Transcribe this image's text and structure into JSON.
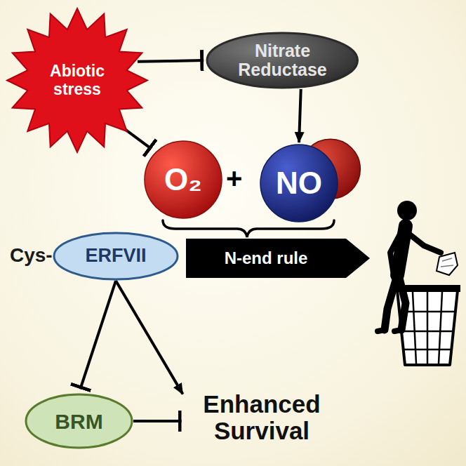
{
  "diagram": {
    "nodes": [
      {
        "text": [
          "Abiotic stress"
        ]
      },
      {
        "text": [
          "Nitrate Reductase"
        ]
      },
      {
        "text": [
          "O₂"
        ]
      },
      {
        "text": [
          "NO"
        ]
      },
      {
        "text": [
          "ERFVII"
        ]
      },
      {
        "text": [
          "N-end rule"
        ]
      },
      {
        "text": [
          "BRM"
        ]
      },
      {
        "text": [
          "Enhanced Survival"
        ]
      }
    ],
    "edges": [
      {
        "from": 0,
        "to": 1,
        "arrow": "to"
      },
      {
        "from": 0,
        "to": 2,
        "arrow": "to"
      },
      {
        "from": 1,
        "to": 3,
        "arrow": "to"
      },
      {
        "from": 4,
        "to": 6,
        "arrow": "to"
      },
      {
        "from": 4,
        "to": 7,
        "arrow": "to"
      },
      {
        "from": 6,
        "to": 7,
        "arrow": "to"
      }
    ],
    "labels": [
      "+",
      "Cys-"
    ]
  }
}
